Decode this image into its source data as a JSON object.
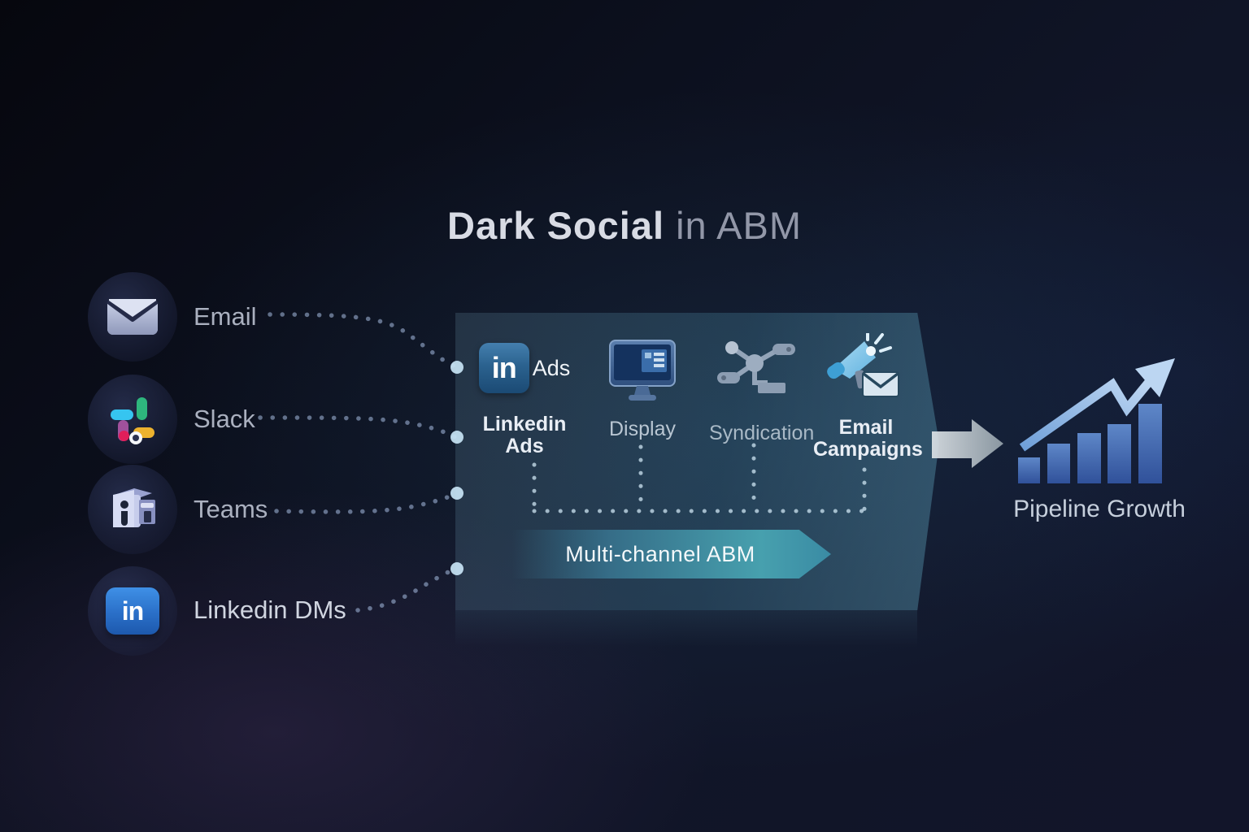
{
  "title": {
    "emphasis": "Dark Social",
    "rest": " in ABM"
  },
  "sources": [
    {
      "id": "email",
      "label": "Email",
      "icon": "envelope-icon"
    },
    {
      "id": "slack",
      "label": "Slack",
      "icon": "slack-icon"
    },
    {
      "id": "teams",
      "label": "Teams",
      "icon": "teams-icon"
    },
    {
      "id": "linkedin-dms",
      "label": "Linkedin DMs",
      "icon": "linkedin-folder-icon",
      "icon_text": "in"
    }
  ],
  "panel": {
    "channels": [
      {
        "id": "linkedin-ads",
        "label": "Linkedin Ads",
        "icon": "linkedin-badge-icon",
        "icon_text": "in",
        "icon_caption": "Ads"
      },
      {
        "id": "display",
        "label": "Display",
        "icon": "monitor-icon"
      },
      {
        "id": "syndication",
        "label": "Syndication",
        "icon": "network-icon"
      },
      {
        "id": "email-campaigns",
        "label": "Email Campaigns",
        "icon": "megaphone-envelope-icon"
      }
    ],
    "banner": {
      "label": "Multi-channel ABM"
    }
  },
  "outcome": {
    "label": "Pipeline Growth",
    "icon": "growth-bars-arrow-icon"
  },
  "colors": {
    "background_navy": "#0d1120",
    "panel_teal": "#3f8aa6",
    "banner_teal": "#47a0ae",
    "linkedin_blue": "#2e6da8",
    "bar_blue": "#3a62a8",
    "trend_arrow_blue": "#9fc0e8",
    "flow_arrow_gray": "#c3ccd3",
    "slack_palette": [
      "#36C5F0",
      "#2EB67D",
      "#ECB22E",
      "#E01E5A"
    ]
  }
}
